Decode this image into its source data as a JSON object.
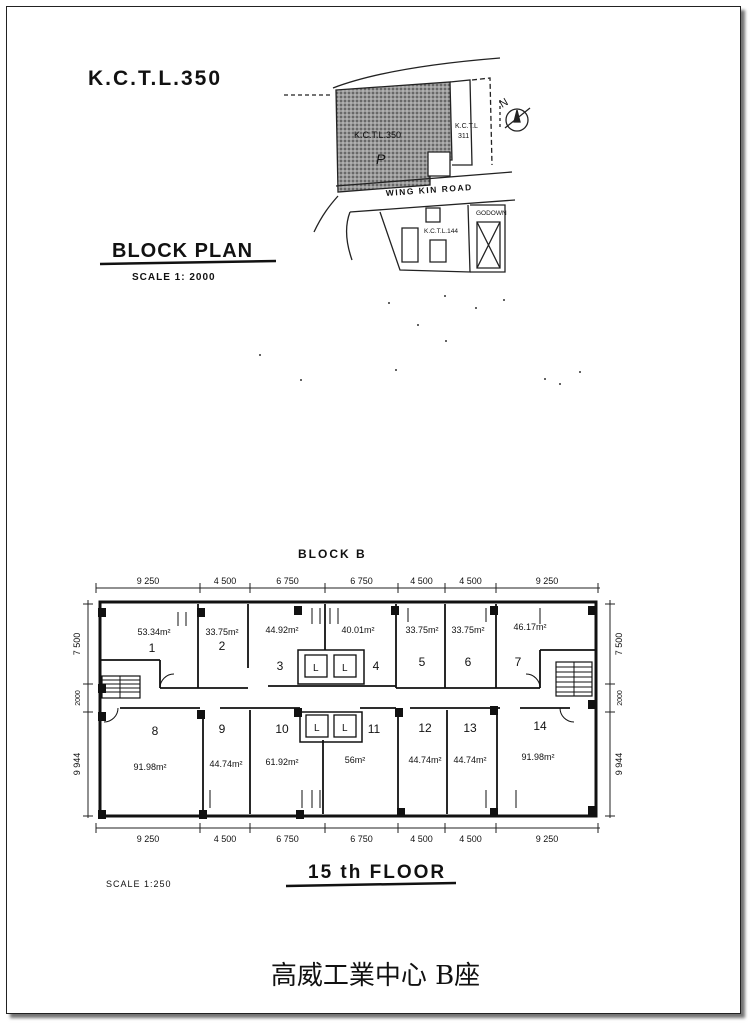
{
  "block_plan": {
    "lot_title": "K.C.T.L.350",
    "title": "BLOCK PLAN",
    "scale": "SCALE 1: 2000",
    "site_label": "K.C.T.L.350",
    "site_letter": "P",
    "road": "WING KIN ROAD",
    "neighbor_lot_upper": [
      "K.C.T.L",
      "311"
    ],
    "neighbor_lot_lower": "K.C.T.L.144",
    "godown": "GODOWN",
    "north": "N"
  },
  "floor_plan": {
    "block": "BLOCK B",
    "title": "15 th FLOOR",
    "scale": "SCALE 1:250",
    "dims_top": [
      "9 250",
      "4 500",
      "6 750",
      "6 750",
      "4 500",
      "4 500",
      "9 250"
    ],
    "dims_bottom": [
      "9 250",
      "4 500",
      "6 750",
      "6 750",
      "4 500",
      "4 500",
      "9 250"
    ],
    "dims_left": [
      "7 500",
      "2000",
      "9 944"
    ],
    "dims_right": [
      "7 500",
      "2000",
      "9 944"
    ],
    "lift": "L",
    "units": [
      {
        "no": "1",
        "area": "53.34m²"
      },
      {
        "no": "2",
        "area": "33.75m²"
      },
      {
        "no": "3",
        "area": "44.92m²"
      },
      {
        "no": "4",
        "area": "40.01m²"
      },
      {
        "no": "5",
        "area": "33.75m²"
      },
      {
        "no": "6",
        "area": "33.75m²"
      },
      {
        "no": "7",
        "area": "46.17m²"
      },
      {
        "no": "8",
        "area": "91.98m²"
      },
      {
        "no": "9",
        "area": "44.74m²"
      },
      {
        "no": "10",
        "area": "61.92m²"
      },
      {
        "no": "11",
        "area": "56m²"
      },
      {
        "no": "12",
        "area": "44.74m²"
      },
      {
        "no": "13",
        "area": "44.74m²"
      },
      {
        "no": "14",
        "area": "91.98m²"
      }
    ]
  },
  "caption": "高威工業中心 B座"
}
